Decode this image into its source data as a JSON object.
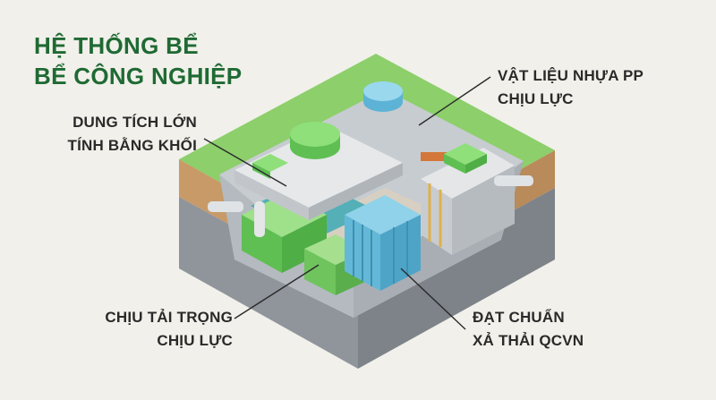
{
  "title": {
    "line1": "HỆ THỐNG BỂ",
    "line2": "BỂ CÔNG NGHIỆP"
  },
  "callouts": {
    "capacity": {
      "line1": "DUNG TÍCH LỚN",
      "line2": "TÍNH BẰNG KHỐI"
    },
    "material": {
      "line1": "VẬT LIỆU NHỰA PP",
      "line2": "CHỊU LỰC"
    },
    "load": {
      "line1": "CHỊU TẢI TRỌNG",
      "line2": "CHỊU LỰC"
    },
    "standard": {
      "line1": "ĐẠT CHUẨN",
      "line2": "XẢ THẢI QCVN"
    }
  },
  "colors": {
    "background": "#f1f0ea",
    "title_green": "#1f6a34",
    "grass": "#8ccf6b",
    "soil": "#c8a070",
    "concrete": "#9aa0a6",
    "tank_green": "#7fd36b",
    "tank_blue": "#63b8d8",
    "water": "#3ea9b4",
    "leader_line": "#2a2a2a"
  }
}
